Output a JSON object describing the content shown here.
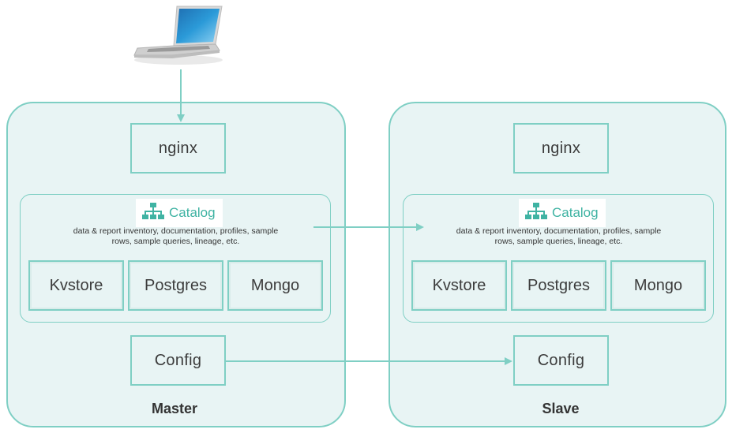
{
  "master": {
    "label": "Master",
    "nginx": "nginx",
    "catalog": {
      "title": "Catalog",
      "description_line1": "data & report inventory, documentation, profiles, sample",
      "description_line2": "rows, sample queries, lineage, etc."
    },
    "stores": [
      "Kvstore",
      "Postgres",
      "Mongo"
    ],
    "config": "Config"
  },
  "slave": {
    "label": "Slave",
    "nginx": "nginx",
    "catalog": {
      "title": "Catalog",
      "description_line1": "data & report inventory, documentation, profiles, sample",
      "description_line2": "rows, sample queries, lineage, etc."
    },
    "stores": [
      "Kvstore",
      "Postgres",
      "Mongo"
    ],
    "config": "Config"
  },
  "colors": {
    "accent": "#7fcfc4",
    "panel_fill": "#e8f4f4",
    "catalog_title": "#3fb3a3"
  },
  "icons": {
    "client": "laptop-icon",
    "catalog": "hierarchy-icon"
  }
}
